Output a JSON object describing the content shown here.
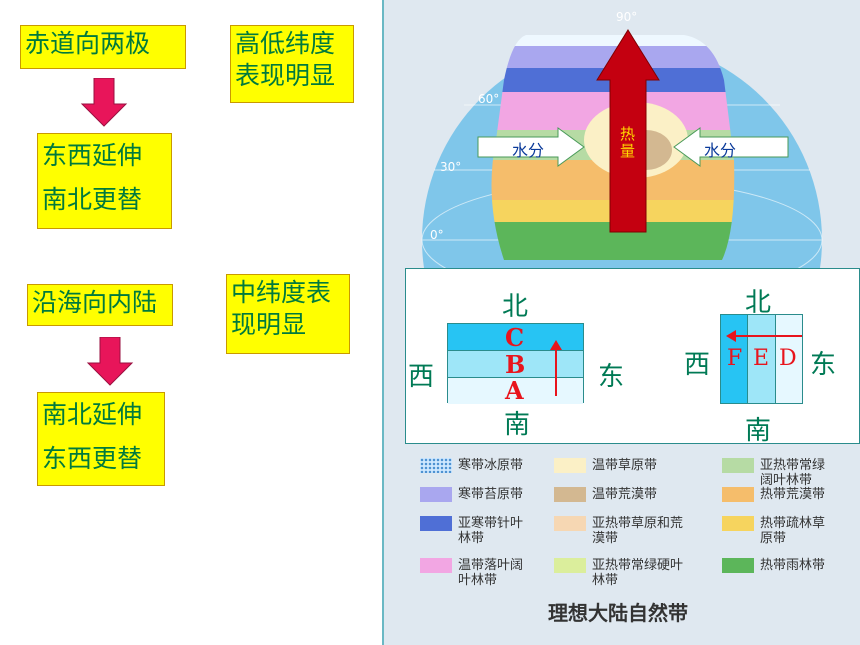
{
  "left": {
    "box1": "赤道向两极",
    "box2": "高低纬度\n表现明显",
    "box3": "东西延伸\n南北更替",
    "box4": "沿海向内陆",
    "box5": "中纬度表\n现明显",
    "box6": "南北延伸\n东西更替"
  },
  "diagram": {
    "lat_90": "90°",
    "lat_60": "60°",
    "lat_30": "30°",
    "lat_0": "0°",
    "water_left": "水分",
    "water_right": "水分",
    "heat": "热\n量"
  },
  "pane1": {
    "north": "北",
    "south": "南",
    "west": "西",
    "east": "东",
    "zone_c": "C",
    "zone_b": "B",
    "zone_a": "A"
  },
  "pane2": {
    "north": "北",
    "south": "南",
    "west": "西",
    "east": "东",
    "zone_f": "F",
    "zone_e": "E",
    "zone_d": "D"
  },
  "legend": [
    {
      "label": "寒带冰原带",
      "color": "#cfe8ff"
    },
    {
      "label": "温带草原带",
      "color": "#fbf0c6"
    },
    {
      "label": "亚热带常绿\n阔叶林带",
      "color": "#b6dba4"
    },
    {
      "label": "寒带苔原带",
      "color": "#a9a7ef"
    },
    {
      "label": "温带荒漠带",
      "color": "#d3b891"
    },
    {
      "label": "热带荒漠带",
      "color": "#f5bd6b"
    },
    {
      "label": "亚寒带针叶\n林带",
      "color": "#4f6fd6"
    },
    {
      "label": "亚热带草原和荒\n漠带",
      "color": "#f6d7b3"
    },
    {
      "label": "热带疏林草\n原带",
      "color": "#f6d45e"
    },
    {
      "label": "温带落叶阔\n叶林带",
      "color": "#f2a6e3"
    },
    {
      "label": "亚热带常绿硬叶\n林带",
      "color": "#dbee9c"
    },
    {
      "label": "热带雨林带",
      "color": "#5cb65a"
    }
  ],
  "title": "理想大陆自然带"
}
